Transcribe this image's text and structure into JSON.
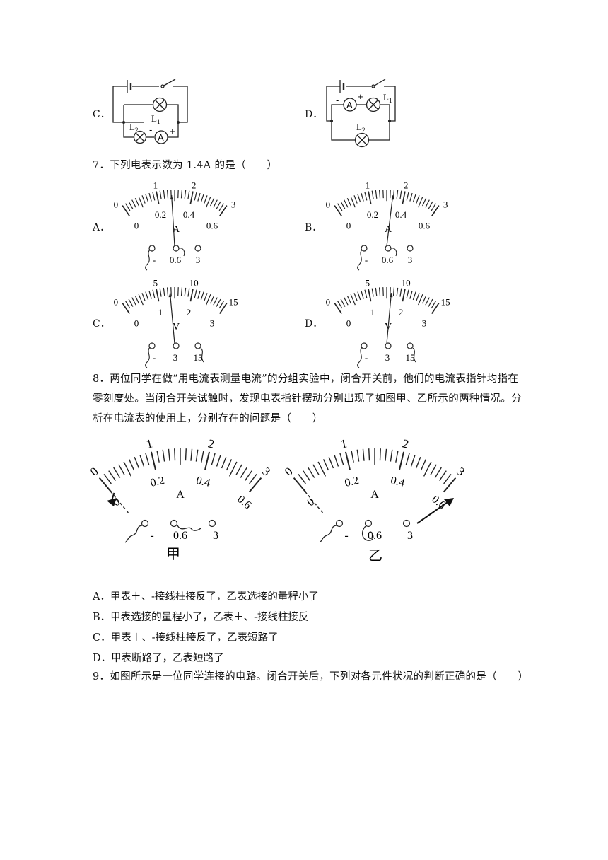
{
  "q6_options": {
    "c": "C．",
    "d": "D．"
  },
  "circuit_c": {
    "l1": "L",
    "l1_sub": "1",
    "l2": "L",
    "l2_sub": "2",
    "ammeter": "A",
    "minus": "-",
    "plus": "+"
  },
  "circuit_d": {
    "l1": "L",
    "l1_sub": "1",
    "l2": "L",
    "l2_sub": "2",
    "ammeter": "A",
    "minus": "-",
    "plus": "+"
  },
  "q7": {
    "stem": "7．下列电表示数为 1.4A 的是（　　）",
    "labels": {
      "a": "A．",
      "b": "B．",
      "c": "C．",
      "d": "D．"
    },
    "ammeter": {
      "upper_scale": [
        "0",
        "1",
        "2",
        "3"
      ],
      "lower_scale": [
        "0",
        "0.2",
        "0.4",
        "0.6"
      ],
      "unit": "A",
      "terminals": [
        "-",
        "0.6",
        "3"
      ]
    },
    "voltmeter": {
      "upper_scale": [
        "0",
        "5",
        "10",
        "15"
      ],
      "lower_scale": [
        "0",
        "1",
        "2",
        "3"
      ],
      "unit": "V",
      "terminals": [
        "-",
        "3",
        "15"
      ]
    }
  },
  "q8": {
    "stem": "8．两位同学在做“用电流表测量电流”的分组实验中，闭合开关前，他们的电流表指针均指在零刻度处。当闭合开关试触时，发现电表指针摆动分别出现了如图甲、乙所示的两种情况。分析在电流表的使用上，分别存在的问题是（　　）",
    "meter": {
      "upper_scale": [
        "0",
        "1",
        "2",
        "3"
      ],
      "lower_scale": [
        "0",
        "0.2",
        "0.4",
        "0.6"
      ],
      "unit": "A",
      "terminals": [
        "-",
        "0.6",
        "3"
      ]
    },
    "captions": {
      "jia": "甲",
      "yi": "乙"
    },
    "options": {
      "a": "A．甲表＋、-接线柱接反了，乙表选接的量程小了",
      "b": "B．甲表选接的量程小了，乙表＋、-接线柱接反",
      "c": "C．甲表＋、-接线柱接反了，乙表短路了",
      "d": "D．甲表断路了，乙表短路了"
    }
  },
  "q9": {
    "stem": "9．如图所示是一位同学连接的电路。闭合开关后，下列对各元件状况的判断正确的是（　　）"
  }
}
